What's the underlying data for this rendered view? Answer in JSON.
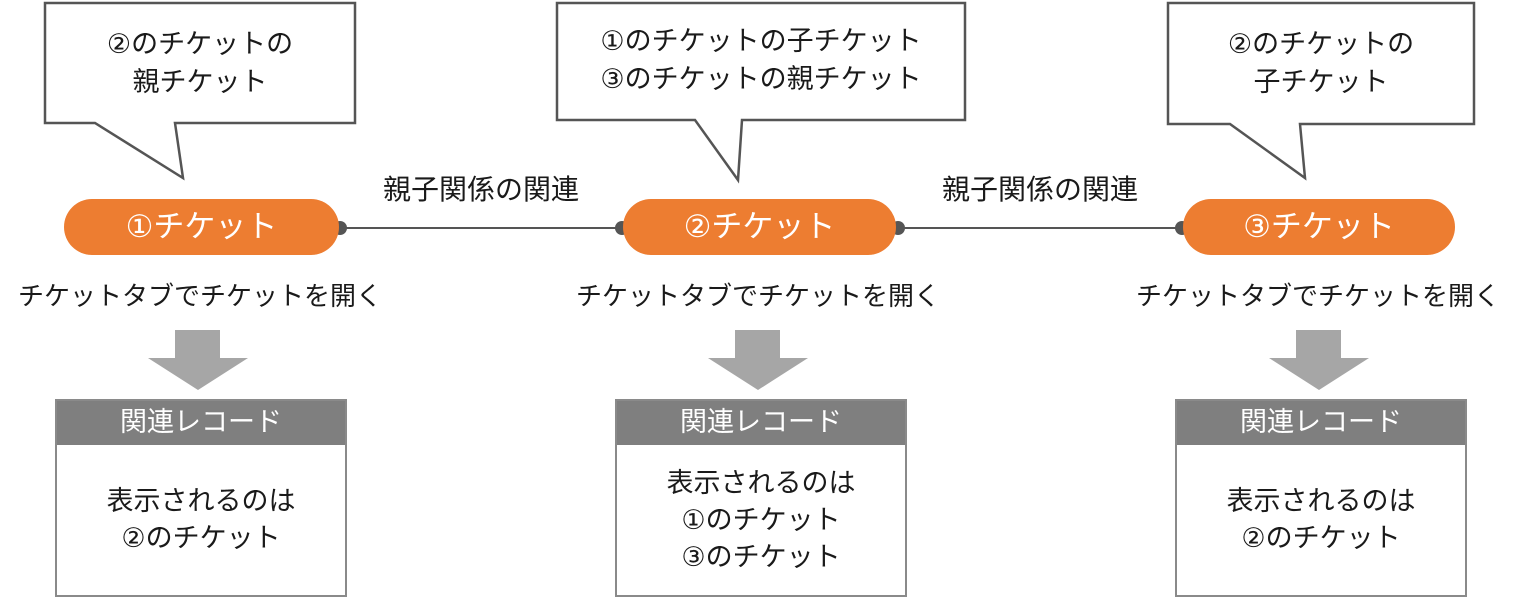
{
  "callouts": [
    {
      "lines": [
        "②のチケットの",
        "親チケット"
      ]
    },
    {
      "lines": [
        "①のチケットの子チケット",
        "③のチケットの親チケット"
      ]
    },
    {
      "lines": [
        "②のチケットの",
        "子チケット"
      ]
    }
  ],
  "tickets": [
    {
      "label": "①チケット"
    },
    {
      "label": "②チケット"
    },
    {
      "label": "③チケット"
    }
  ],
  "relations": [
    {
      "label": "親子関係の関連"
    },
    {
      "label": "親子関係の関連"
    }
  ],
  "captions": [
    {
      "text": "チケットタブでチケットを開く"
    },
    {
      "text": "チケットタブでチケットを開く"
    },
    {
      "text": "チケットタブでチケットを開く"
    }
  ],
  "panels": [
    {
      "header": "関連レコード",
      "lines": [
        "表示されるのは",
        "②のチケット"
      ]
    },
    {
      "header": "関連レコード",
      "lines": [
        "表示されるのは",
        "①のチケット",
        "③のチケット"
      ]
    },
    {
      "header": "関連レコード",
      "lines": [
        "表示されるのは",
        "②のチケット"
      ]
    }
  ],
  "colors": {
    "ticket": "#ED7D31",
    "panel_header": "#7F7F7F",
    "arrow": "#A6A6A6",
    "connector": "#555555"
  }
}
